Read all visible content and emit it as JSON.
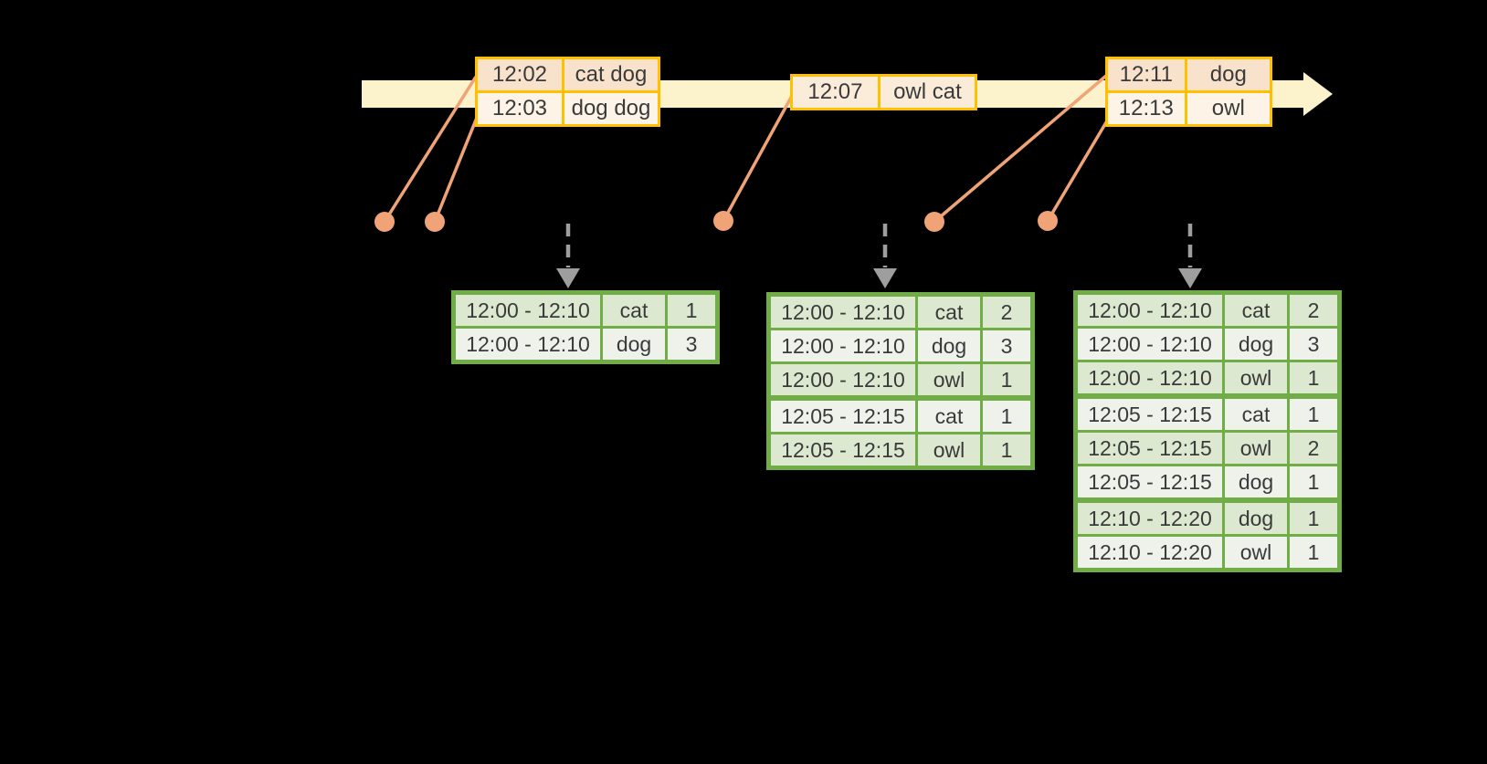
{
  "colors": {
    "background": "#000000",
    "timeline_fill": "#FCF2CB",
    "event_border": "#FFC000",
    "event_row_dark": "#F9E2CB",
    "event_row_light": "#FDF4E7",
    "event_row_mid": "#FBEBD9",
    "connector_orange": "#F0A377",
    "trigger_arrow_gray": "#9E9E9E",
    "result_border": "#70AD47",
    "result_row_dark": "#DCE8D0",
    "result_row_light": "#EFF2EB",
    "text": "#3A3A3A"
  },
  "timeline": {
    "events": [
      {
        "rows": [
          [
            "12:02",
            "cat dog"
          ],
          [
            "12:03",
            "dog dog"
          ]
        ]
      },
      {
        "rows": [
          [
            "12:07",
            "owl cat"
          ]
        ]
      },
      {
        "rows": [
          [
            "12:11",
            "dog"
          ],
          [
            "12:13",
            "owl"
          ]
        ]
      }
    ]
  },
  "result_tables": [
    {
      "rows": [
        [
          "12:00 - 12:10",
          "cat",
          1
        ],
        [
          "12:00 - 12:10",
          "dog",
          3
        ]
      ],
      "group_breaks": []
    },
    {
      "rows": [
        [
          "12:00 - 12:10",
          "cat",
          2
        ],
        [
          "12:00 - 12:10",
          "dog",
          3
        ],
        [
          "12:00 - 12:10",
          "owl",
          1
        ],
        [
          "12:05 - 12:15",
          "cat",
          1
        ],
        [
          "12:05 - 12:15",
          "owl",
          1
        ]
      ],
      "group_breaks": [
        3
      ]
    },
    {
      "rows": [
        [
          "12:00 - 12:10",
          "cat",
          2
        ],
        [
          "12:00 - 12:10",
          "dog",
          3
        ],
        [
          "12:00 - 12:10",
          "owl",
          1
        ],
        [
          "12:05 - 12:15",
          "cat",
          1
        ],
        [
          "12:05 - 12:15",
          "owl",
          2
        ],
        [
          "12:05 - 12:15",
          "dog",
          1
        ],
        [
          "12:10 - 12:20",
          "dog",
          1
        ],
        [
          "12:10 - 12:20",
          "owl",
          1
        ]
      ],
      "group_breaks": [
        3,
        6
      ]
    }
  ]
}
